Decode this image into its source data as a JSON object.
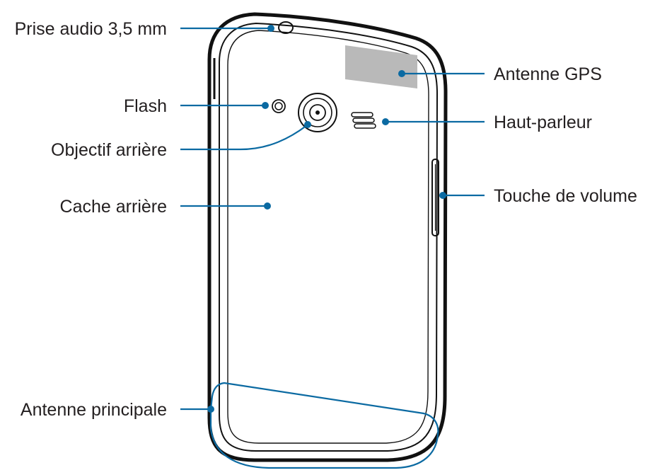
{
  "diagram": {
    "labels": {
      "audio_jack": "Prise audio 3,5 mm",
      "flash": "Flash",
      "rear_camera": "Objectif arrière",
      "back_cover": "Cache arrière",
      "main_antenna": "Antenne principale",
      "gps_antenna": "Antenne GPS",
      "speaker": "Haut-parleur",
      "volume_key": "Touche de volume"
    },
    "colors": {
      "callout": "#0b6aa2",
      "outline": "#111111",
      "gps_patch": "#b9b9b9",
      "text": "#231f20"
    }
  }
}
